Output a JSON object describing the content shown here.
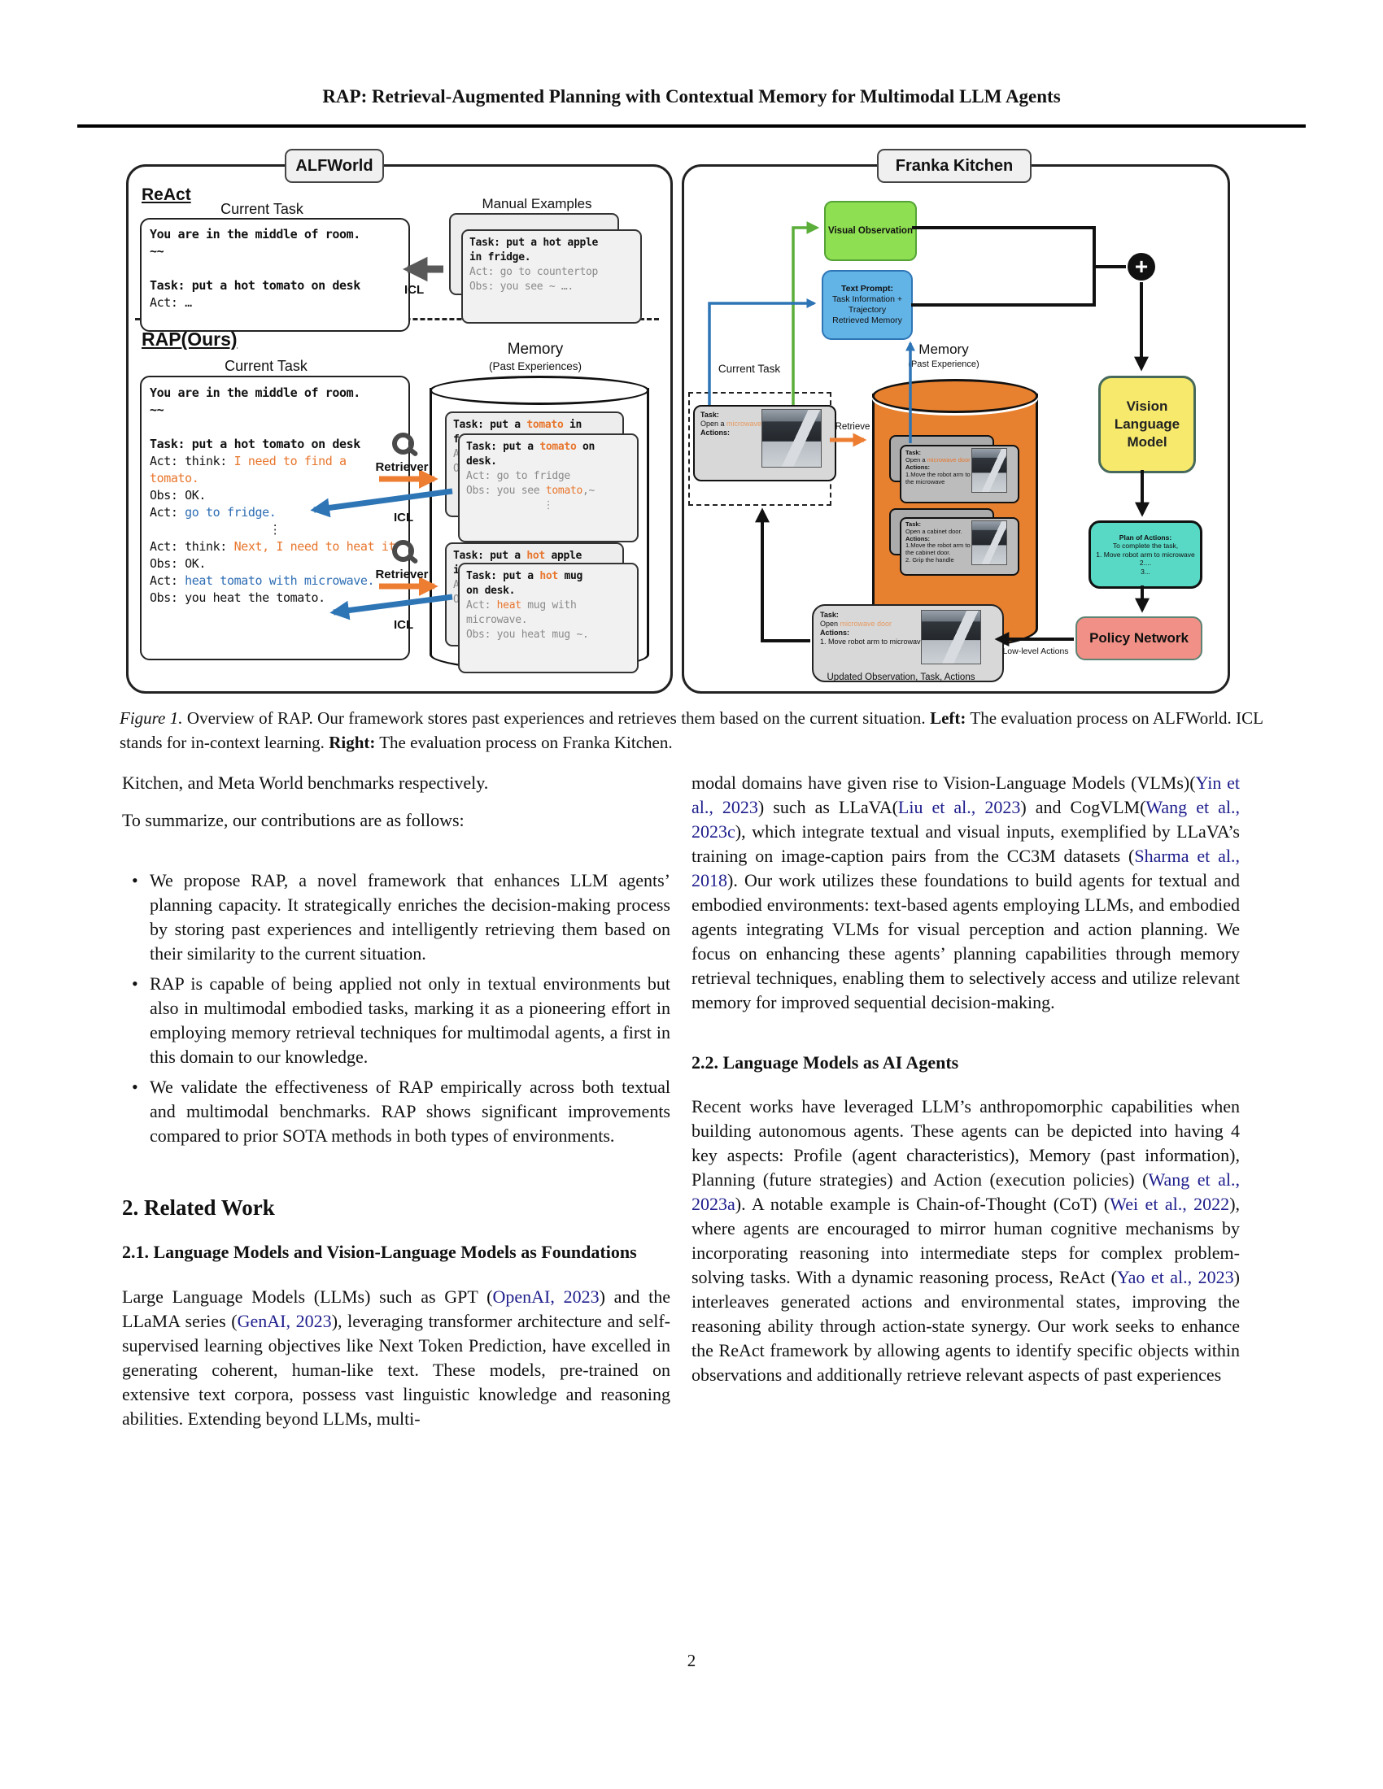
{
  "header": {
    "title": "RAP: Retrieval-Augmented Planning with Contextual Memory for Multimodal LLM Agents"
  },
  "figure": {
    "alfworld": {
      "tab": "ALFWorld",
      "react": {
        "heading": "ReAct",
        "current_task_label": "Current Task",
        "box_lines": [
          {
            "segs": [
              {
                "t": "You are in the middle of room.",
                "c": "b"
              }
            ]
          },
          {
            "segs": [
              {
                "t": "~~",
                "c": "b"
              }
            ]
          },
          {
            "segs": [
              {
                "t": " "
              }
            ]
          },
          {
            "segs": [
              {
                "t": "Task: put a hot tomato on desk",
                "c": "b"
              }
            ]
          },
          {
            "segs": [
              {
                "t": "Act: …"
              }
            ]
          }
        ],
        "manual_label": "Manual Examples",
        "card_lines": [
          {
            "segs": [
              {
                "t": "Task: put a hot apple",
                "c": "b"
              }
            ]
          },
          {
            "segs": [
              {
                "t": "in fridge.",
                "c": "b"
              }
            ]
          },
          {
            "segs": [
              {
                "t": "Act: go to countertop",
                "c": "g"
              }
            ]
          },
          {
            "segs": [
              {
                "t": "Obs: you see ~ ….",
                "c": "g"
              }
            ]
          }
        ],
        "icl_label": "ICL"
      },
      "rap": {
        "heading": "RAP(Ours)",
        "current_task_label": "Current Task",
        "box_lines": [
          {
            "segs": [
              {
                "t": "You are in the middle of room.",
                "c": "b"
              }
            ]
          },
          {
            "segs": [
              {
                "t": "~~",
                "c": "b"
              }
            ]
          },
          {
            "segs": [
              {
                "t": " "
              }
            ]
          },
          {
            "segs": [
              {
                "t": "Task: put a hot tomato on desk",
                "c": "b"
              }
            ]
          },
          {
            "segs": [
              {
                "t": "Act: think: "
              },
              {
                "t": "I need to find a tomato.",
                "c": "o"
              }
            ]
          },
          {
            "segs": [
              {
                "t": "Obs: OK."
              }
            ]
          },
          {
            "segs": [
              {
                "t": "Act: "
              },
              {
                "t": "go to fridge.",
                "c": "bl"
              }
            ]
          },
          {
            "cls": "dots",
            "segs": [
              {
                "t": "⋮"
              }
            ]
          },
          {
            "segs": [
              {
                "t": "Act: think: "
              },
              {
                "t": "Next, I need to heat it",
                "c": "o"
              }
            ]
          },
          {
            "segs": [
              {
                "t": "Obs: OK."
              }
            ]
          },
          {
            "segs": [
              {
                "t": "Act: "
              },
              {
                "t": "heat tomato with microwave.",
                "c": "bl"
              }
            ]
          },
          {
            "segs": [
              {
                "t": "Obs: you heat the tomato."
              }
            ]
          }
        ],
        "retriever1_label": "Retriever",
        "retriever2_label": "Retriever",
        "icl1_label": "ICL",
        "icl2_label": "ICL",
        "memory_title": "Memory",
        "memory_sub": "(Past Experiences)",
        "mem_card1_back_lines": [
          {
            "segs": [
              {
                "t": "Task: put a ",
                "c": "b"
              },
              {
                "t": "tomato",
                "c": "ob"
              },
              {
                "t": " in",
                "c": "b"
              }
            ]
          },
          {
            "segs": [
              {
                "t": "f",
                "c": "b"
              }
            ]
          },
          {
            "segs": [
              {
                "t": "A",
                "c": "g"
              }
            ]
          },
          {
            "segs": [
              {
                "t": "O",
                "c": "g"
              }
            ]
          }
        ],
        "mem_card1_lines": [
          {
            "segs": [
              {
                "t": "Task: put a ",
                "c": "b"
              },
              {
                "t": "tomato",
                "c": "ob"
              },
              {
                "t": " on",
                "c": "b"
              }
            ]
          },
          {
            "segs": [
              {
                "t": "desk.",
                "c": "b"
              }
            ]
          },
          {
            "segs": [
              {
                "t": "Act: go to fridge",
                "c": "g"
              }
            ]
          },
          {
            "segs": [
              {
                "t": "Obs: you see ",
                "c": "g"
              },
              {
                "t": "tomato",
                "c": "o"
              },
              {
                "t": ",~",
                "c": "g"
              }
            ]
          },
          {
            "cls": "dots",
            "segs": [
              {
                "t": "⋮",
                "c": "g"
              }
            ]
          }
        ],
        "mem_card2_back_lines": [
          {
            "segs": [
              {
                "t": "Task: put a ",
                "c": "b"
              },
              {
                "t": "hot",
                "c": "ob"
              },
              {
                "t": " apple",
                "c": "b"
              }
            ]
          },
          {
            "segs": [
              {
                "t": "i",
                "c": "b"
              }
            ]
          },
          {
            "segs": [
              {
                "t": "A",
                "c": "g"
              }
            ]
          },
          {
            "segs": [
              {
                "t": "O",
                "c": "g"
              }
            ]
          }
        ],
        "mem_card2_lines": [
          {
            "segs": [
              {
                "t": "Task: put a ",
                "c": "b"
              },
              {
                "t": "hot",
                "c": "ob"
              },
              {
                "t": " mug",
                "c": "b"
              }
            ]
          },
          {
            "segs": [
              {
                "t": "on desk.",
                "c": "b"
              }
            ]
          },
          {
            "segs": [
              {
                "t": "Act: ",
                "c": "g"
              },
              {
                "t": "heat",
                "c": "o"
              },
              {
                "t": " mug with",
                "c": "g"
              }
            ]
          },
          {
            "segs": [
              {
                "t": "microwave.",
                "c": "g"
              }
            ]
          },
          {
            "segs": [
              {
                "t": "Obs: you heat mug ~.",
                "c": "g"
              }
            ]
          }
        ]
      }
    },
    "franka": {
      "tab": "Franka Kitchen",
      "visual_obs_label": "Visual Observation",
      "text_prompt_lines": [
        {
          "cls": "b",
          "segs": [
            {
              "t": "Text Prompt:"
            }
          ]
        },
        {
          "segs": [
            {
              "t": "Task Information +"
            }
          ]
        },
        {
          "segs": [
            {
              "t": "Trajectory"
            }
          ]
        },
        {
          "segs": [
            {
              "t": "Retrieved Memory"
            }
          ]
        }
      ],
      "plus_glyph": "+",
      "vlm_lines": [
        {
          "segs": [
            {
              "t": "Vision"
            }
          ]
        },
        {
          "segs": [
            {
              "t": "Language"
            }
          ]
        },
        {
          "segs": [
            {
              "t": "Model"
            }
          ]
        }
      ],
      "plan_lines": [
        {
          "cls": "b",
          "segs": [
            {
              "t": "Plan of Actions:"
            }
          ]
        },
        {
          "segs": [
            {
              "t": "To complete the task,"
            }
          ]
        },
        {
          "segs": [
            {
              "t": "1. Move robot arm to microwave"
            }
          ]
        },
        {
          "segs": [
            {
              "t": "2...."
            }
          ]
        },
        {
          "segs": [
            {
              "t": "3..."
            }
          ]
        }
      ],
      "policy_label": "Policy Network",
      "current_task_label": "Current Task",
      "current_card_lines": [
        {
          "segs": [
            {
              "t": "Task:",
              "c": "b"
            }
          ]
        },
        {
          "segs": [
            {
              "t": "Open a "
            },
            {
              "t": "microwave door",
              "c": "ol"
            }
          ]
        },
        {
          "segs": [
            {
              "t": "Actions:",
              "c": "b"
            }
          ]
        }
      ],
      "retrieve_label": "Retrieve",
      "memory_title": "Memory",
      "memory_sub": "(Past Experience)",
      "mem_card1_lines": [
        {
          "segs": [
            {
              "t": "Task:",
              "c": "b"
            }
          ]
        },
        {
          "segs": [
            {
              "t": "Open a "
            },
            {
              "t": "microwave door",
              "c": "o"
            }
          ]
        },
        {
          "segs": [
            {
              "t": "Actions:",
              "c": "b"
            }
          ]
        },
        {
          "segs": [
            {
              "t": "1.Move the robot arm to"
            }
          ]
        },
        {
          "segs": [
            {
              "t": "the microwave"
            }
          ]
        }
      ],
      "mem_card2_lines": [
        {
          "segs": [
            {
              "t": "Task:",
              "c": "b"
            }
          ]
        },
        {
          "segs": [
            {
              "t": "Open a cabinet door."
            }
          ]
        },
        {
          "segs": [
            {
              "t": "Actions:",
              "c": "b"
            }
          ]
        },
        {
          "segs": [
            {
              "t": "1.Move the robot arm to"
            }
          ]
        },
        {
          "segs": [
            {
              "t": "the cabinet door."
            }
          ]
        },
        {
          "segs": [
            {
              "t": "2. Grip the handle"
            }
          ]
        }
      ],
      "updated_card_lines": [
        {
          "segs": [
            {
              "t": "Task:",
              "c": "b"
            }
          ]
        },
        {
          "segs": [
            {
              "t": "Open "
            },
            {
              "t": "microwave door",
              "c": "ol"
            }
          ]
        },
        {
          "segs": [
            {
              "t": "Actions:",
              "c": "b"
            }
          ]
        },
        {
          "segs": [
            {
              "t": "1. Move robot arm to microwave"
            }
          ]
        }
      ],
      "updated_caption": "Updated Observation, Task, Actions",
      "low_level_label": "Low-level Actions"
    }
  },
  "caption": {
    "segs": [
      {
        "t": "Figure 1.",
        "c": "i"
      },
      {
        "t": " Overview of RAP. Our framework stores past experiences and retrieves them based on the current situation. "
      },
      {
        "t": "Left:",
        "c": "b"
      },
      {
        "t": " The evaluation process on ALFWorld. ICL stands for in-context learning. "
      },
      {
        "t": "Right:",
        "c": "b"
      },
      {
        "t": " The evaluation process on Franka Kitchen."
      }
    ]
  },
  "body": {
    "left": {
      "p1": "Kitchen, and Meta World benchmarks respectively.",
      "p2": "To summarize, our contributions are as follows:",
      "bullets": [
        {
          "segs": [
            {
              "t": "We propose RAP, a novel framework that enhances LLM agents’ planning capacity. It strategically enriches the decision-making process by storing past experiences and intelligently retrieving them based on their similarity to the current situation."
            }
          ]
        },
        {
          "segs": [
            {
              "t": "RAP is capable of being applied not only in textual environments but also in multimodal embodied tasks, marking it as a pioneering effort in employing memory retrieval techniques for multimodal agents, a first in this domain to our knowledge."
            }
          ]
        },
        {
          "segs": [
            {
              "t": "We validate the effectiveness of RAP empirically across both textual and multimodal benchmarks. RAP shows significant improvements compared to prior SOTA methods in both types of environments."
            }
          ]
        }
      ],
      "h2": "2. Related Work",
      "h3_num": "2.1.",
      "h3_text": "Language Models and Vision-Language Models as Foundations",
      "p3": {
        "segs": [
          {
            "t": "Large Language Models (LLMs) such as GPT ("
          },
          {
            "t": "OpenAI, 2023",
            "c": "c"
          },
          {
            "t": ") and the LLaMA series ("
          },
          {
            "t": "GenAI, 2023",
            "c": "c"
          },
          {
            "t": "), leveraging transformer architecture and self-supervised learning objectives like Next Token Prediction, have excelled in generating coherent, human-like text.  These models, pre-trained on extensive text corpora, possess vast linguistic knowledge and reasoning abilities.  Extending beyond LLMs, multi-"
          }
        ]
      }
    },
    "right": {
      "p4": {
        "segs": [
          {
            "t": "modal domains have given rise to Vision-Language Models (VLMs)("
          },
          {
            "t": "Yin et al., 2023",
            "c": "c"
          },
          {
            "t": ") such as LLaVA("
          },
          {
            "t": "Liu et al., 2023",
            "c": "c"
          },
          {
            "t": ") and CogVLM("
          },
          {
            "t": "Wang et al., 2023c",
            "c": "c"
          },
          {
            "t": "), which integrate textual and visual inputs, exemplified by LLaVA’s training on image-caption pairs from the CC3M datasets ("
          },
          {
            "t": "Sharma et al., 2018",
            "c": "c"
          },
          {
            "t": ").  Our work utilizes these foundations to build agents for textual and embodied environments: text-based agents employing LLMs, and embodied agents integrating VLMs for visual perception and action planning.  We focus on enhancing these agents’ planning capabilities through memory retrieval techniques, enabling them to selectively access and utilize relevant memory for improved sequential decision-making."
          }
        ]
      },
      "h3b": "2.2. Language Models as AI Agents",
      "p5": {
        "segs": [
          {
            "t": "Recent works have leveraged LLM’s anthropomorphic capabilities when building autonomous agents.  These agents can be depicted into having 4 key aspects:  Profile (agent characteristics), Memory (past information), Planning (future strategies) and Action (execution policies) ("
          },
          {
            "t": "Wang et al., 2023a",
            "c": "c"
          },
          {
            "t": ").  A notable example is Chain-of-Thought (CoT) ("
          },
          {
            "t": "Wei et al., 2022",
            "c": "c"
          },
          {
            "t": "), where agents are encouraged to mirror human cognitive mechanisms by incorporating reasoning into intermediate steps for complex problem-solving tasks. With a dynamic reasoning process, ReAct ("
          },
          {
            "t": "Yao et al., 2023",
            "c": "c"
          },
          {
            "t": ") interleaves generated actions and environmental states, improving the reasoning ability through action-state synergy. Our work seeks to enhance the ReAct framework by allowing agents to identify specific objects within observations and additionally retrieve relevant aspects of past experiences"
          }
        ]
      }
    }
  },
  "footer": {
    "page_number": "2"
  }
}
